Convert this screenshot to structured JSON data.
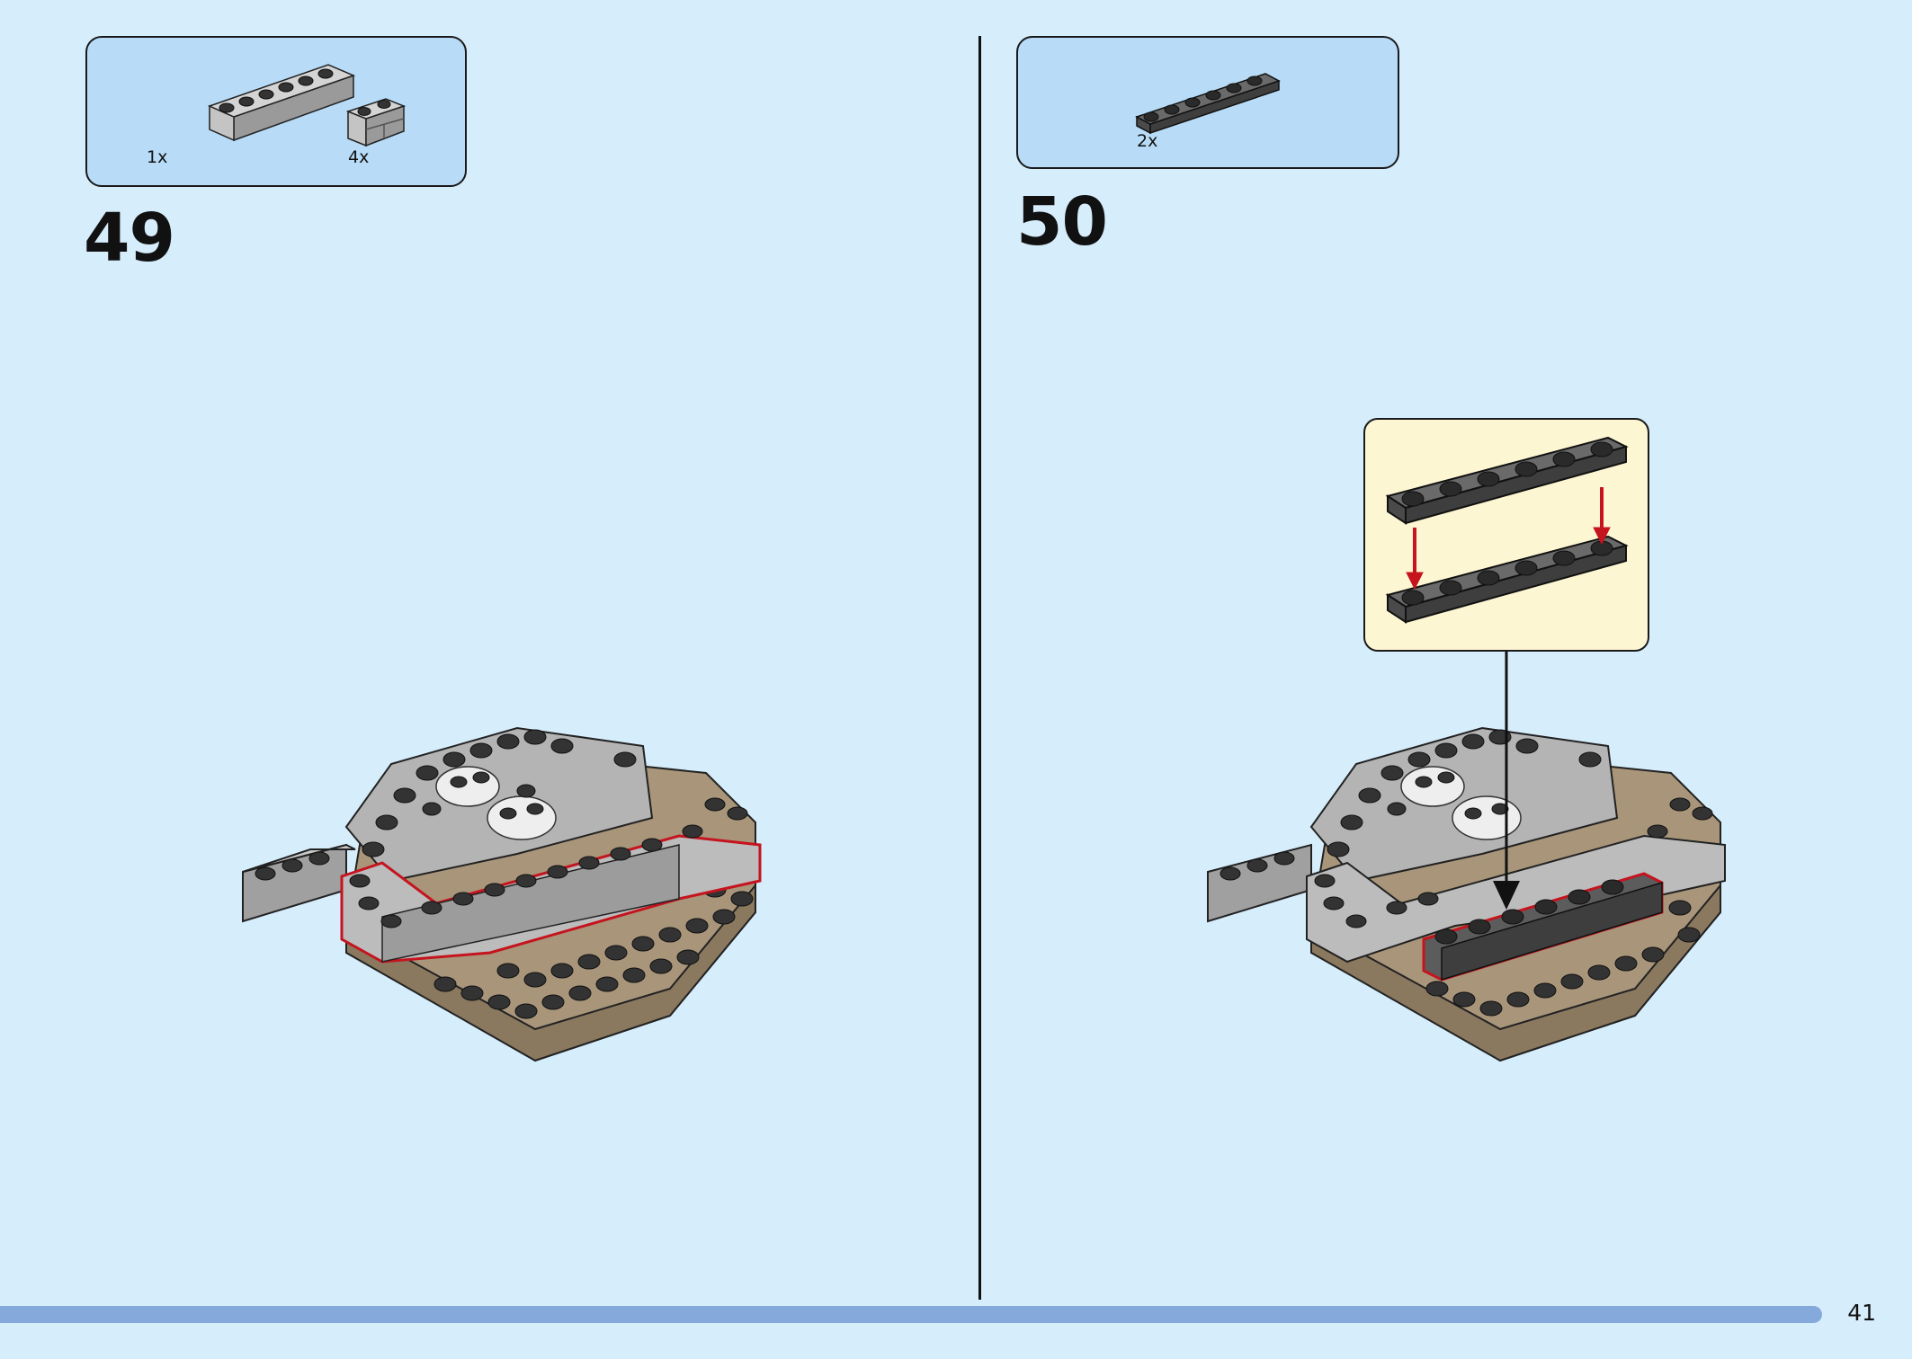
{
  "steps": [
    {
      "number": "49",
      "parts": [
        {
          "quantity": "1x",
          "part": "light-gray-brick-1x6"
        },
        {
          "quantity": "4x",
          "part": "light-gray-brick-1x2-masonry"
        }
      ]
    },
    {
      "number": "50",
      "parts": [
        {
          "quantity": "2x",
          "part": "dark-gray-plate-1x6"
        }
      ]
    }
  ],
  "page_number": "41",
  "colors": {
    "background": "#d6edfb",
    "parts_box": "#b8dcf7",
    "callout": "#fdf6d2",
    "light_gray": "#b4b4b4",
    "dark_gray": "#5c5c5c",
    "tan": "#a8957a",
    "highlight": "#c5141e",
    "progress_bar": "#86a9dc"
  }
}
